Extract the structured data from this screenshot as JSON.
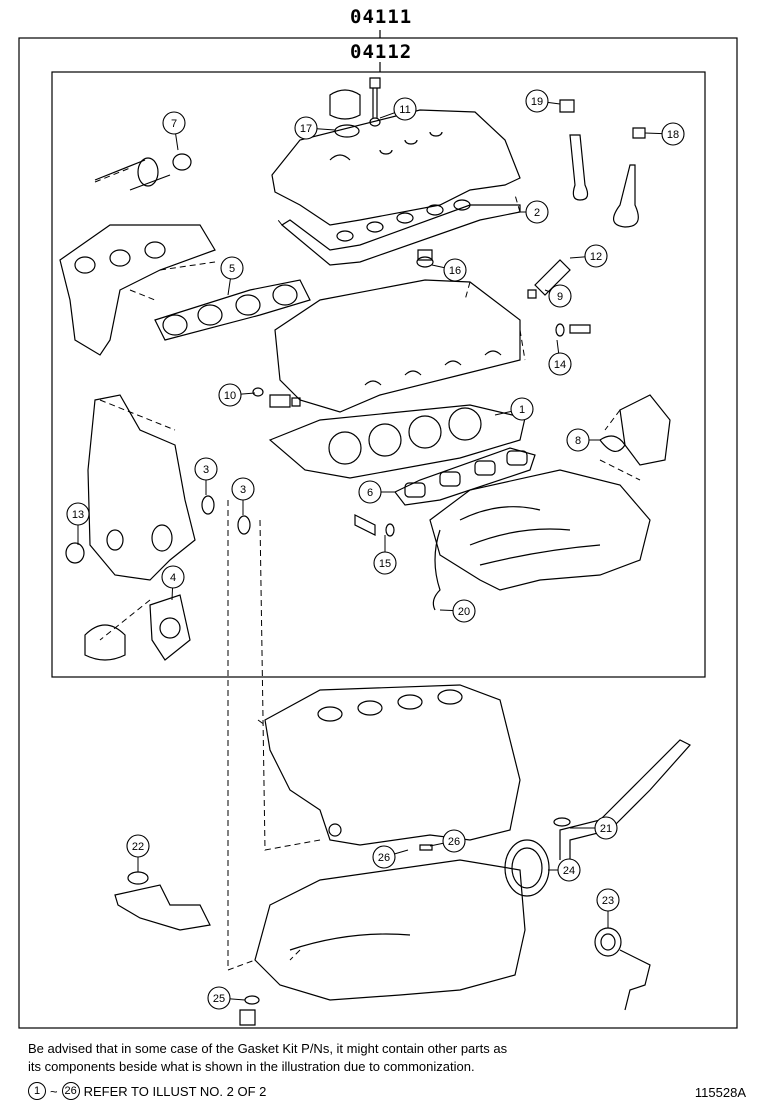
{
  "kit_numbers": {
    "outer": "04111",
    "inner": "04112"
  },
  "callouts": [
    {
      "n": "1"
    },
    {
      "n": "2"
    },
    {
      "n": "3"
    },
    {
      "n": "3"
    },
    {
      "n": "4"
    },
    {
      "n": "5"
    },
    {
      "n": "6"
    },
    {
      "n": "7"
    },
    {
      "n": "8"
    },
    {
      "n": "9"
    },
    {
      "n": "10"
    },
    {
      "n": "11"
    },
    {
      "n": "12"
    },
    {
      "n": "13"
    },
    {
      "n": "14"
    },
    {
      "n": "15"
    },
    {
      "n": "16"
    },
    {
      "n": "17"
    },
    {
      "n": "18"
    },
    {
      "n": "19"
    },
    {
      "n": "20"
    },
    {
      "n": "21"
    },
    {
      "n": "22"
    },
    {
      "n": "23"
    },
    {
      "n": "24"
    },
    {
      "n": "25"
    },
    {
      "n": "26"
    },
    {
      "n": "26"
    }
  ],
  "notes": {
    "line1": "Be advised that in some case of the Gasket Kit P/Ns,  it might contain other parts as",
    "line2": "its components beside what is shown in the illustration due to commonization.",
    "range_start": "1",
    "range_sep": "~",
    "range_end": "26",
    "refer": "REFER TO ILLUST NO. 2 OF 2"
  },
  "illustration_id": "115528A"
}
